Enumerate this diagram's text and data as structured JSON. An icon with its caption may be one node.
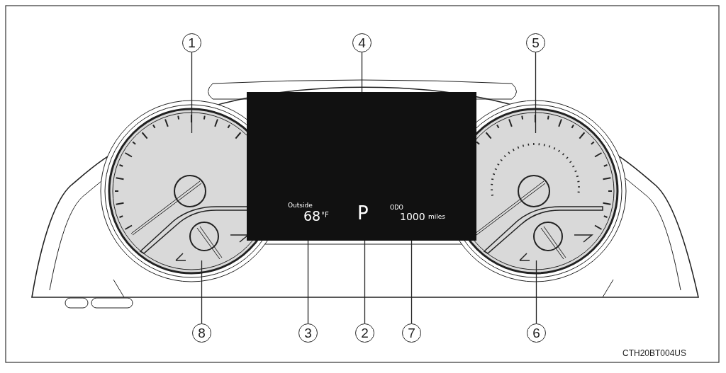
{
  "diagram": {
    "nodes": [
      {
        "text": [
          "1"
        ]
      },
      {
        "text": [
          "4"
        ]
      },
      {
        "text": [
          "5"
        ]
      },
      {
        "text": [],
        "shape": "box"
      },
      {
        "text": [
          "Outside",
          "68",
          "°F"
        ],
        "in": 3
      },
      {
        "text": [
          "P"
        ],
        "in": 3
      },
      {
        "text": [
          "ODO",
          "1000",
          "miles"
        ],
        "in": 3
      },
      {
        "text": [
          "8"
        ]
      },
      {
        "text": [
          "3"
        ]
      },
      {
        "text": [
          "2"
        ]
      },
      {
        "text": [
          "7"
        ]
      },
      {
        "text": [
          "6"
        ]
      }
    ],
    "edges": [
      {
        "from": 0,
        "to": null,
        "arrow": "none"
      },
      {
        "from": 1,
        "to": null,
        "arrow": "none"
      },
      {
        "from": 2,
        "to": null,
        "arrow": "none"
      },
      {
        "from": 7,
        "to": null,
        "arrow": "none"
      },
      {
        "from": 8,
        "to": 4,
        "arrow": "none"
      },
      {
        "from": 9,
        "to": 5,
        "arrow": "none"
      },
      {
        "from": 10,
        "to": 6,
        "arrow": "none"
      },
      {
        "from": 11,
        "to": null,
        "arrow": "none"
      }
    ],
    "labels": [
      "CTH20BT004US"
    ]
  }
}
